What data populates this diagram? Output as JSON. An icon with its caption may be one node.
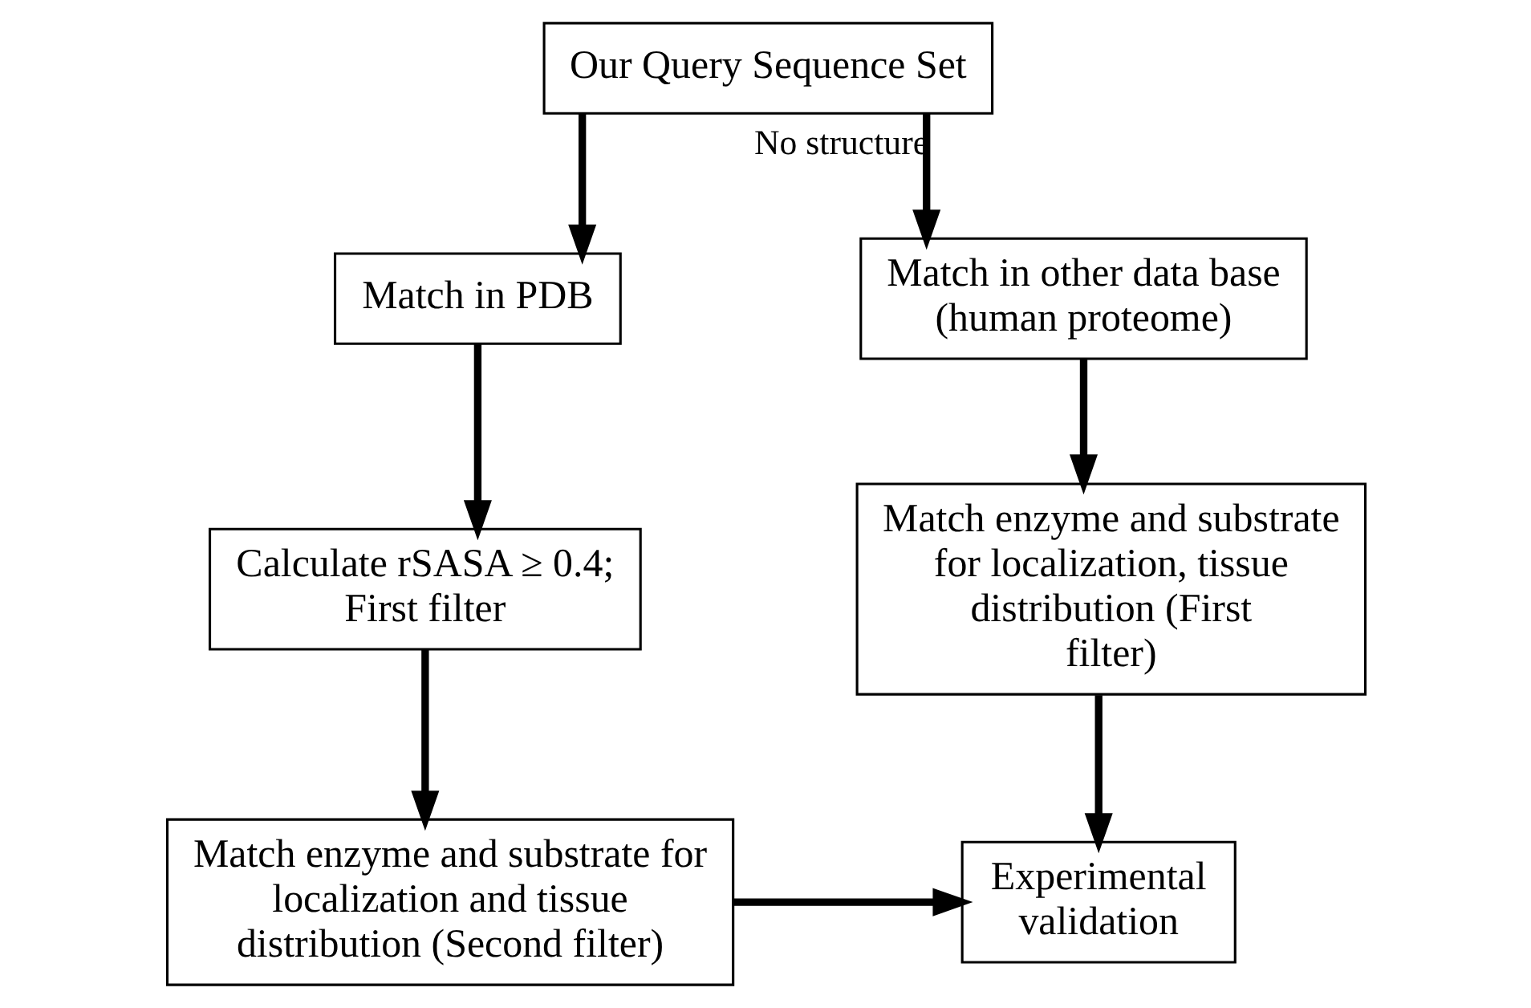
{
  "diagram": {
    "nodes": [
      {
        "text": [
          "Our Query Sequence Set"
        ]
      },
      {
        "text": [
          "Match in PDB"
        ]
      },
      {
        "text": [
          "Match in other data base (human proteome)"
        ]
      },
      {
        "text": [
          "Calculate rSASA ≥ 0.4; First filter"
        ]
      },
      {
        "text": [
          "Match enzyme and substrate for localization, tissue distribution (First filter)"
        ]
      },
      {
        "text": [
          "Match enzyme and substrate for localization and tissue distribution (Second filter)"
        ]
      },
      {
        "text": [
          "Experimental validation"
        ]
      }
    ],
    "edges": [
      {
        "from": 0,
        "to": 1,
        "arrow": "to"
      },
      {
        "from": 0,
        "to": 2,
        "arrow": "to",
        "label": "No structure"
      },
      {
        "from": 1,
        "to": 3,
        "arrow": "to"
      },
      {
        "from": 2,
        "to": 4,
        "arrow": "to"
      },
      {
        "from": 3,
        "to": 5,
        "arrow": "to"
      },
      {
        "from": 4,
        "to": 6,
        "arrow": "to"
      },
      {
        "from": 5,
        "to": 6,
        "arrow": "to"
      }
    ]
  }
}
